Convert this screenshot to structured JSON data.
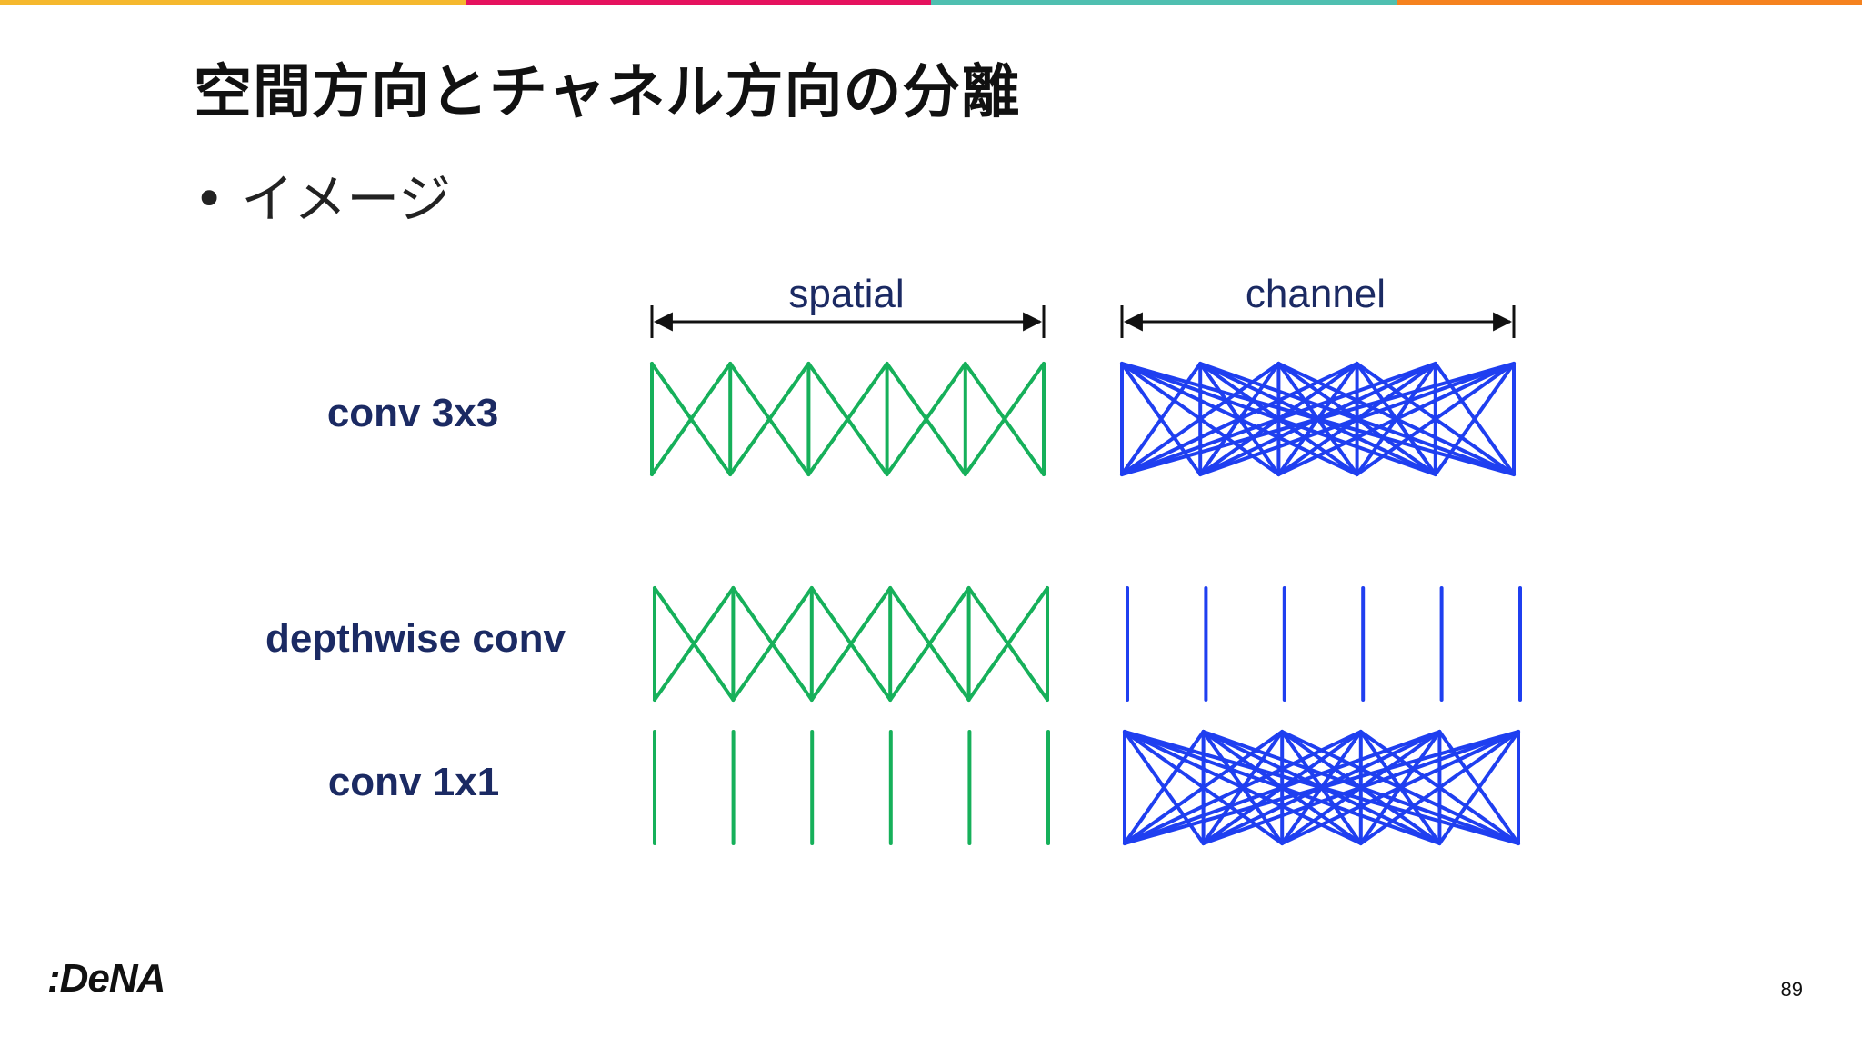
{
  "slide": {
    "title": "空間方向とチャネル方向の分離",
    "bullet": "イメージ",
    "bullet_marker": "•",
    "page_number": "89",
    "logo_text": ":DeNA"
  },
  "header_columns": {
    "spatial": "spatial",
    "channel": "channel"
  },
  "rows": [
    {
      "label": "conv 3x3",
      "spatial": "cross",
      "channel": "full"
    },
    {
      "label": "depthwise conv",
      "spatial": "cross",
      "channel": "straight"
    },
    {
      "label": "conv 1x1",
      "spatial": "straight",
      "channel": "full"
    }
  ],
  "nodes_per_panel": 6,
  "colors": {
    "spatial": "#16b05a",
    "channel": "#1f3ff0",
    "label_text": "#1b2a63",
    "top_bar": [
      "#f5b82e",
      "#e5125e",
      "#4fbfb0",
      "#f5821f"
    ]
  }
}
